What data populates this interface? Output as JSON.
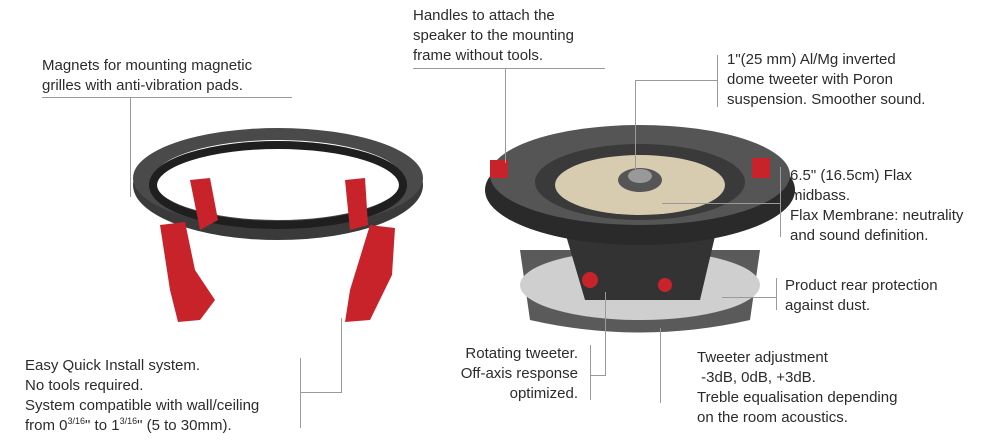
{
  "callouts": {
    "magnets": {
      "lines": [
        "Magnets for mounting magnetic",
        "grilles with anti-vibration pads."
      ]
    },
    "handles": {
      "lines": [
        "Handles to attach the",
        "speaker to the mounting",
        "frame without tools."
      ]
    },
    "tweeter": {
      "lines": [
        "1\"(25 mm) Al/Mg inverted",
        "dome tweeter with Poron",
        "suspension. Smoother sound."
      ]
    },
    "midbass": {
      "lines": [
        "6.5\" (16.5cm) Flax",
        "midbass.",
        "Flax Membrane: neutrality",
        "and sound definition."
      ]
    },
    "rear": {
      "lines": [
        "Product rear protection",
        "against dust."
      ]
    },
    "install": {
      "lines": [
        "Easy Quick Install system.",
        "No tools required.",
        "System compatible with wall/ceiling"
      ],
      "last_prefix": "from 0",
      "frac1": "3/16",
      "mid": "\" to 1",
      "frac2": "3/16",
      "suffix": "\" (5 to 30mm)."
    },
    "rotating": {
      "lines": [
        "Rotating tweeter.",
        "Off-axis response",
        "optimized."
      ]
    },
    "adjust": {
      "lines": [
        "Tweeter adjustment",
        " -3dB, 0dB, +3dB.",
        "Treble equalisation depending",
        "on the room acoustics."
      ]
    }
  },
  "colors": {
    "accent": "#d6252b",
    "frame": "#2e2e2e",
    "line": "#9a9a9a"
  }
}
